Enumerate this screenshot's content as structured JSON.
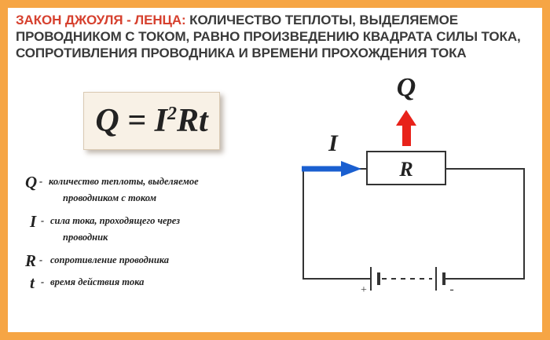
{
  "header": {
    "title_key": "ЗАКОН ДЖОУЛЯ - ЛЕНЦА:",
    "line1_rest": " КОЛИЧЕСТВО ТЕПЛОТЫ, ВЫДЕЛЯЕМОЕ",
    "line2": "ПРОВОДНИКОМ С ТОКОМ, РАВНО ПРОИЗВЕДЕНИЮ КВАДРАТА СИЛЫ ТОКА,",
    "line3": "СОПРОТИВЛЕНИЯ ПРОВОДНИКА И ВРЕМЕНИ ПРОХОЖДЕНИЯ ТОКА"
  },
  "formula": {
    "lhs": "Q = I",
    "exponent": "2",
    "rhs": "Rt"
  },
  "legend": [
    {
      "symbol": "Q",
      "dash": "-",
      "lines": [
        "количество теплоты, выделяемое",
        "проводником с током"
      ]
    },
    {
      "symbol": "I",
      "dash": "-",
      "lines": [
        "сила тока, проходящего через",
        "проводник"
      ]
    },
    {
      "symbol": "R",
      "dash": "-",
      "lines": [
        "сопротивление проводника"
      ]
    },
    {
      "symbol": "t",
      "dash": "-",
      "lines": [
        "время действия тока"
      ]
    }
  ],
  "circuit": {
    "current_label": "I",
    "heat_label": "Q",
    "resistor_label": "R",
    "plus_sign": "+",
    "minus_sign": "-",
    "colors": {
      "current_arrow": "#1a5fd0",
      "heat_arrow": "#e8221a",
      "wire": "#333333"
    }
  }
}
